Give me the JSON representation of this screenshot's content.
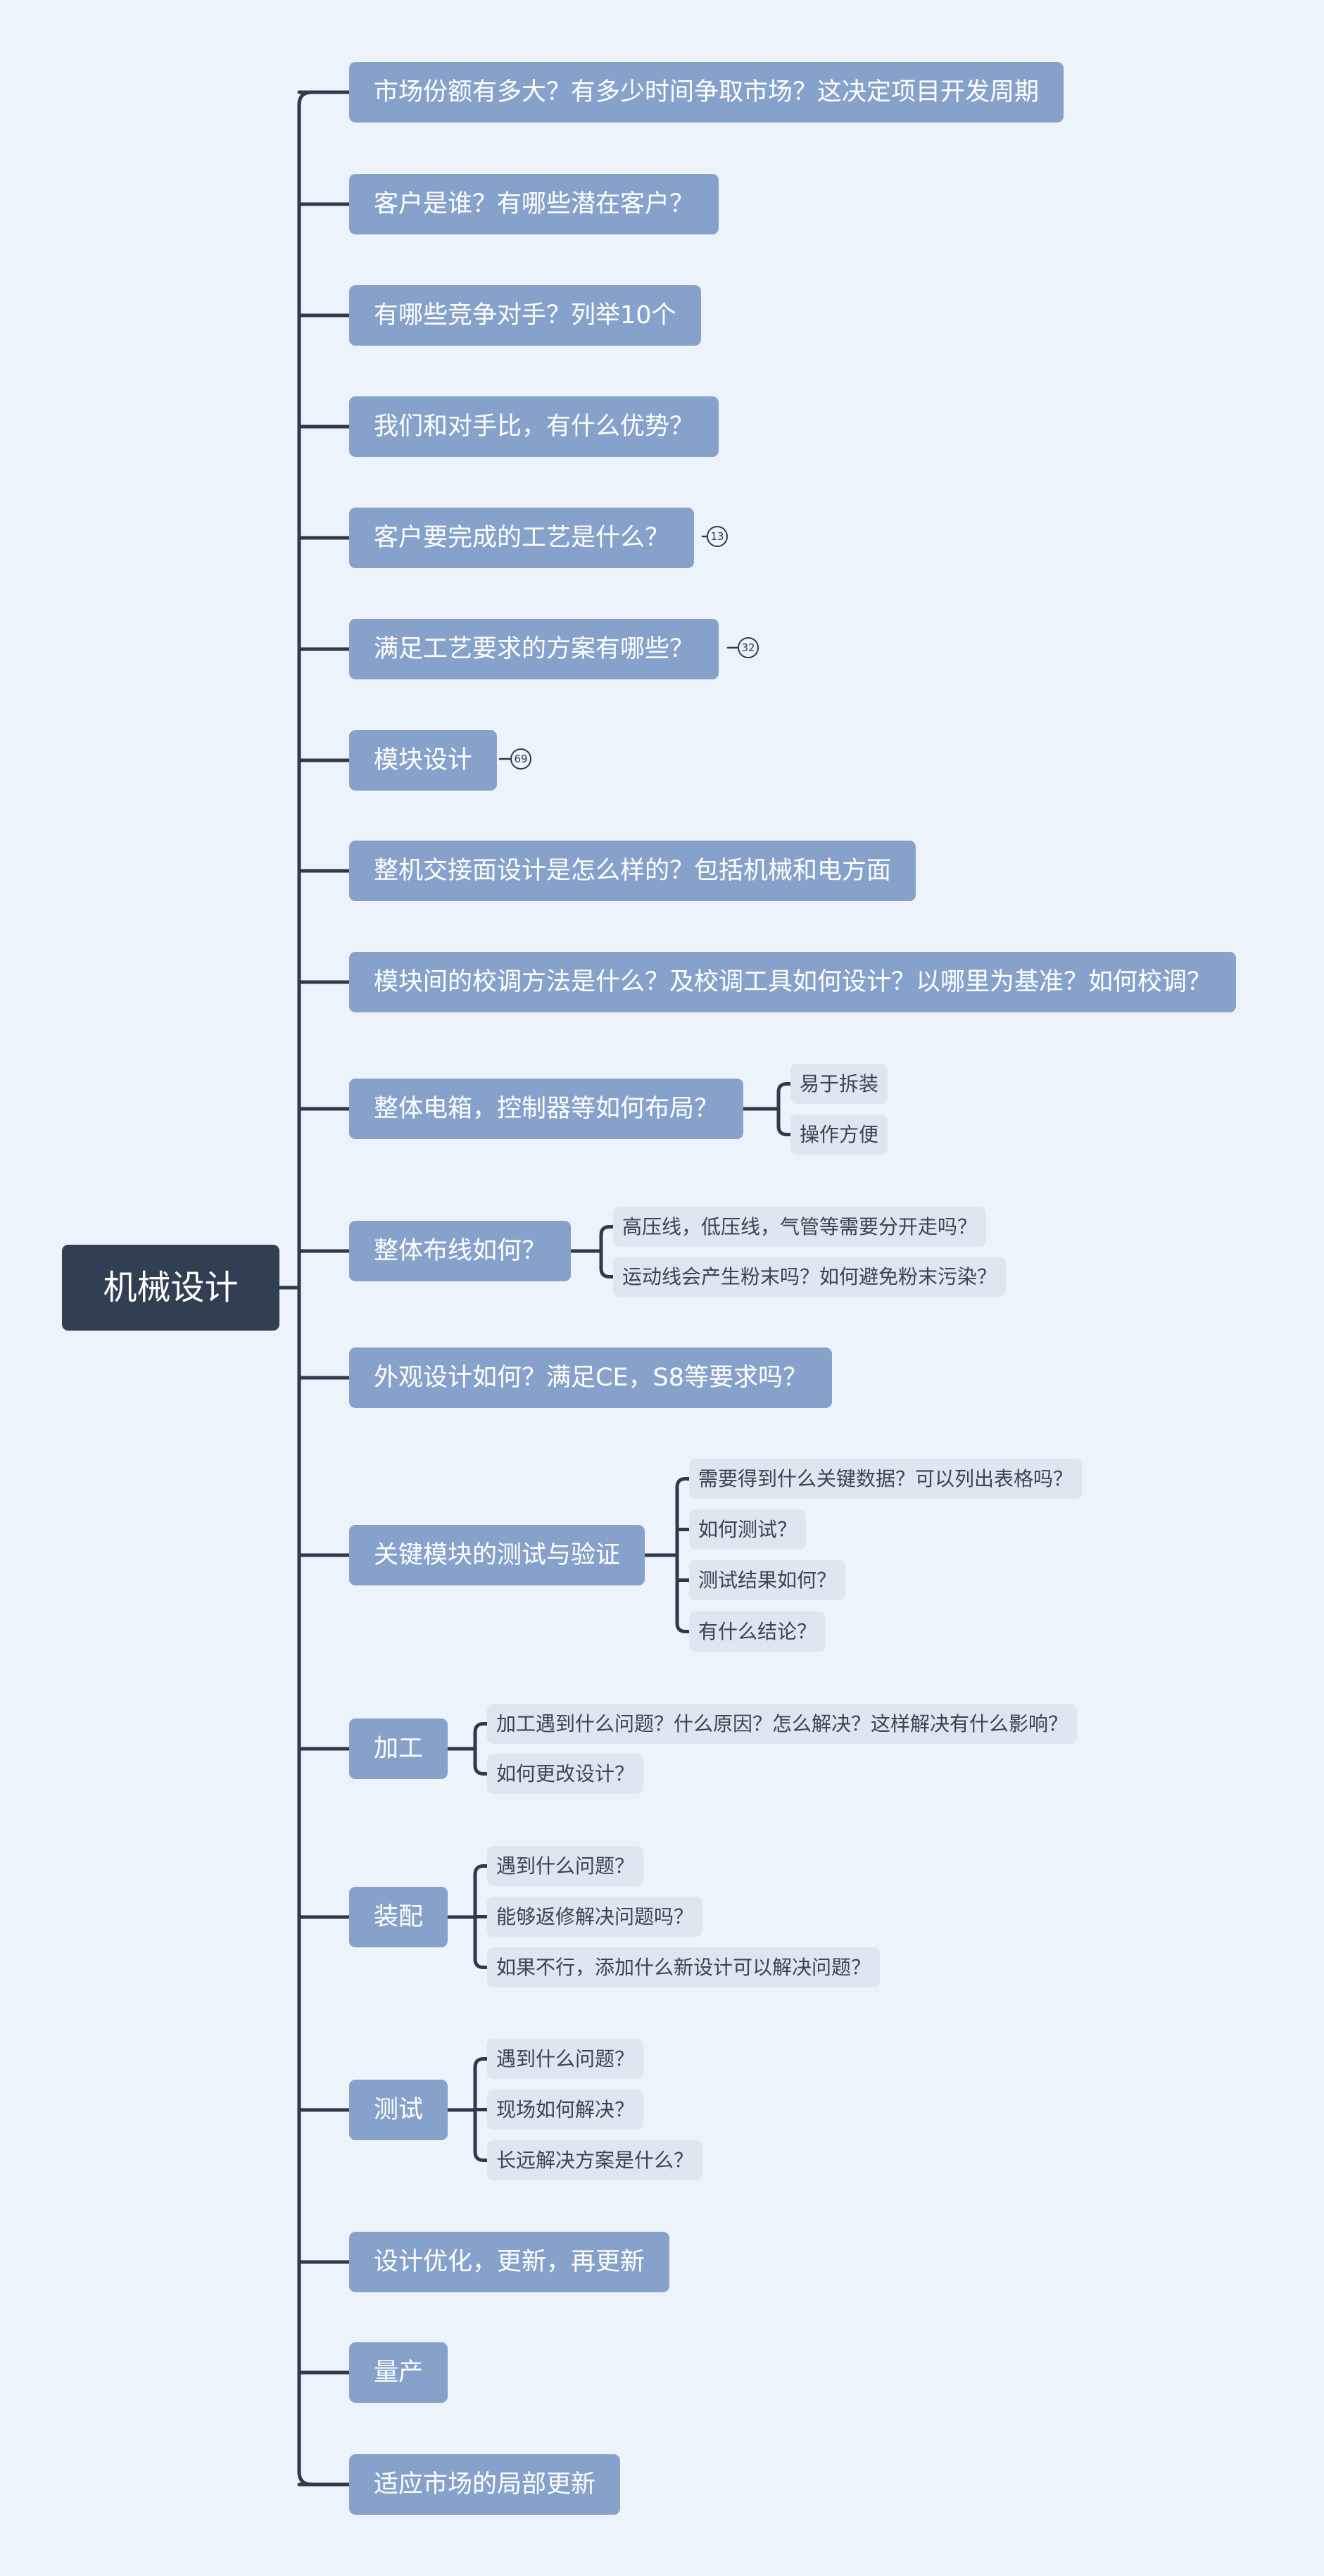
{
  "root": "机械设计",
  "topics": [
    {
      "label": "市场份额有多大？有多少时间争取市场？这决定项目开发周期"
    },
    {
      "label": "客户是谁？有哪些潜在客户？"
    },
    {
      "label": "有哪些竞争对手？列举10个"
    },
    {
      "label": "我们和对手比，有什么优势？"
    },
    {
      "label": "客户要完成的工艺是什么？",
      "badge": "13"
    },
    {
      "label": "满足工艺要求的方案有哪些？",
      "badge": "32"
    },
    {
      "label": "模块设计",
      "badge": "69"
    },
    {
      "label": "整机交接面设计是怎么样的？包括机械和电方面"
    },
    {
      "label": "模块间的校调方法是什么？及校调工具如何设计？以哪里为基准？如何校调？"
    },
    {
      "label": "整体电箱，控制器等如何布局？",
      "children": [
        "易于拆装",
        "操作方便"
      ]
    },
    {
      "label": "整体布线如何？",
      "children": [
        "高压线，低压线，气管等需要分开走吗？",
        "运动线会产生粉末吗？如何避免粉末污染？"
      ]
    },
    {
      "label": "外观设计如何？满足CE，S8等要求吗？"
    },
    {
      "label": "关键模块的测试与验证",
      "children": [
        "需要得到什么关键数据？可以列出表格吗？",
        "如何测试？",
        "测试结果如何？",
        "有什么结论？"
      ]
    },
    {
      "label": "加工",
      "children": [
        "加工遇到什么问题？什么原因？怎么解决？这样解决有什么影响？",
        "如何更改设计？"
      ]
    },
    {
      "label": "装配",
      "children": [
        "遇到什么问题？",
        "能够返修解决问题吗？",
        "如果不行，添加什么新设计可以解决问题？"
      ]
    },
    {
      "label": "测试",
      "children": [
        "遇到什么问题？",
        "现场如何解决？",
        "长远解决方案是什么？"
      ]
    },
    {
      "label": "设计优化，更新，再更新"
    },
    {
      "label": "量产"
    },
    {
      "label": "适应市场的局部更新"
    }
  ],
  "colors": {
    "background": "#EDF3FA",
    "root_fill": "#323E51",
    "topic_fill": "#86A2CB",
    "subtopic_fill": "#E0E6EF",
    "connector": "#2E3A4B"
  }
}
